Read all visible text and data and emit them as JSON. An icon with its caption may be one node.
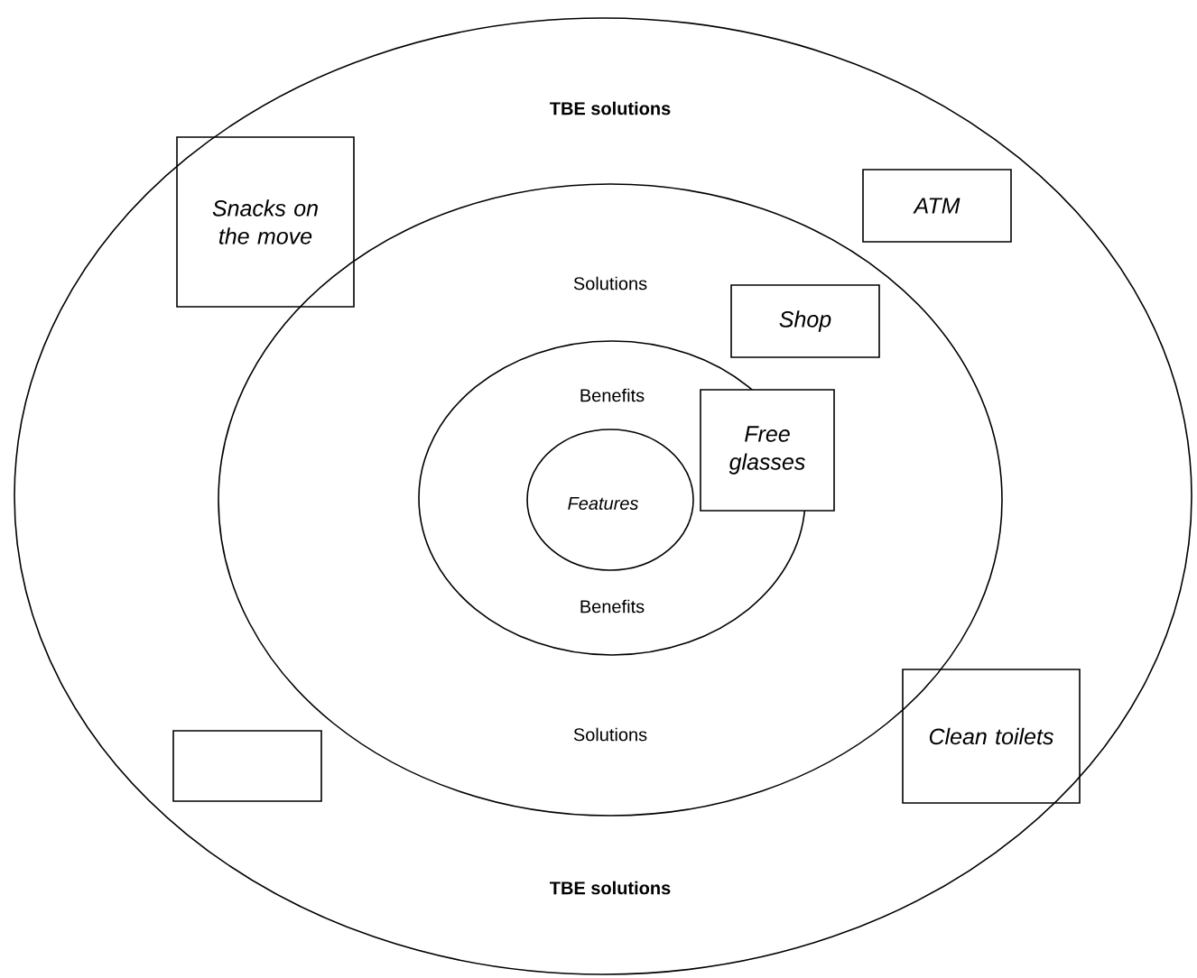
{
  "diagram": {
    "nodes": [
      {
        "text": [
          "TBE solutions",
          "TBE solutions"
        ]
      },
      {
        "text": [
          "Solutions",
          "Solutions"
        ],
        "in": 0
      },
      {
        "text": [
          "Benefits",
          "Benefits"
        ],
        "in": 1
      },
      {
        "text": [
          "Features"
        ],
        "in": 2
      },
      {
        "text": [
          "Snacks on the move"
        ],
        "in": 0
      },
      {
        "text": [
          "ATM"
        ],
        "in": 0
      },
      {
        "text": [
          "Shop"
        ],
        "in": 1
      },
      {
        "text": [
          "Free glasses"
        ],
        "in": 1
      },
      {
        "text": [],
        "shape": "box",
        "in": 0
      },
      {
        "text": [
          "Clean toilets"
        ],
        "in": 0
      }
    ]
  }
}
